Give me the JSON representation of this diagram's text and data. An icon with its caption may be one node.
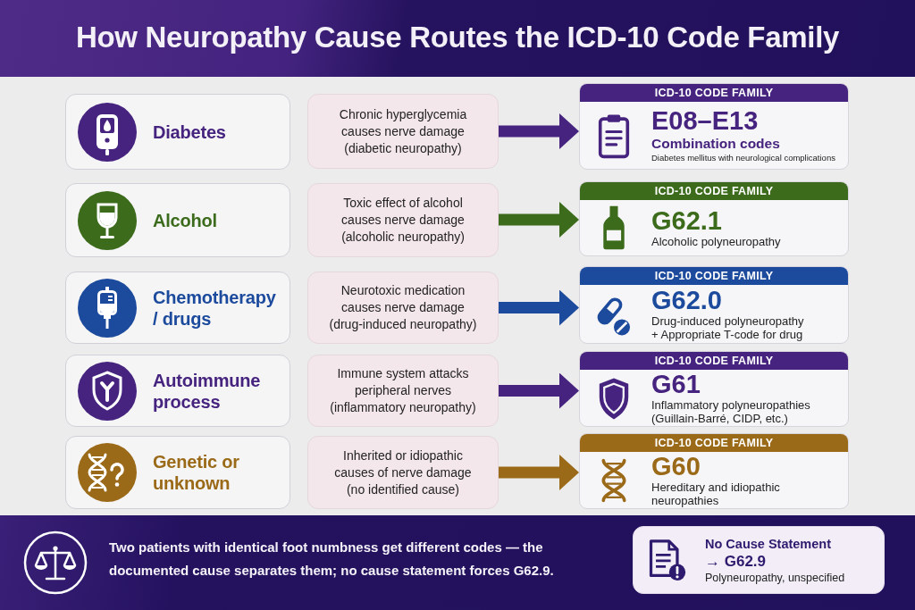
{
  "diagram": {
    "title": "How Neuropathy Cause Routes the ICD-10 Code Family",
    "nodes": [
      {
        "text": [
          "Diabetes"
        ]
      },
      {
        "text": [
          "Chronic hyperglycemia causes nerve damage (diabetic neuropathy)"
        ]
      },
      {
        "text": [
          "ICD-10 CODE FAMILY",
          "E08–E13",
          "Combination codes",
          "Diabetes mellitus with neurological complications"
        ]
      },
      {
        "text": [
          "Alcohol"
        ]
      },
      {
        "text": [
          "Toxic effect of alcohol causes nerve damage (alcoholic neuropathy)"
        ]
      },
      {
        "text": [
          "ICD-10 CODE FAMILY",
          "G62.1",
          "Alcoholic polyneuropathy"
        ]
      },
      {
        "text": [
          "Chemotherapy / drugs"
        ]
      },
      {
        "text": [
          "Neurotoxic medication causes nerve damage (drug-induced neuropathy)"
        ]
      },
      {
        "text": [
          "ICD-10 CODE FAMILY",
          "G62.0",
          "Drug-induced polyneuropathy",
          "+ Appropriate T-code for drug"
        ]
      },
      {
        "text": [
          "Autoimmune process"
        ]
      },
      {
        "text": [
          "Immune system attacks peripheral nerves (inflammatory neuropathy)"
        ]
      },
      {
        "text": [
          "ICD-10 CODE FAMILY",
          "G61",
          "Inflammatory polyneuropathies (Guillain-Barré, CIDP, etc.)"
        ]
      },
      {
        "text": [
          "Genetic or unknown"
        ]
      },
      {
        "text": [
          "Inherited or idiopathic causes of nerve damage (no identified cause)"
        ]
      },
      {
        "text": [
          "ICD-10 CODE FAMILY",
          "G60",
          "Hereditary and idiopathic neuropathies"
        ]
      },
      {
        "text": [
          "No Cause Statement",
          "→ G62.9",
          "Polyneuropathy, unspecified"
        ]
      }
    ],
    "edges": [
      {
        "from": 1,
        "to": 2,
        "arrow": "to"
      },
      {
        "from": 4,
        "to": 5,
        "arrow": "to",
        "color": "#3b6b1b"
      },
      {
        "from": 7,
        "to": 8,
        "arrow": "to",
        "color": "#1c4a9c"
      },
      {
        "from": 10,
        "to": 11,
        "arrow": "to"
      },
      {
        "from": 13,
        "to": 14,
        "arrow": "to",
        "color": "#9a6a18"
      }
    ],
    "labels": [
      "Two patients with identical foot numbness get different codes — the documented cause separates them; no cause statement forces G62.9."
    ]
  }
}
